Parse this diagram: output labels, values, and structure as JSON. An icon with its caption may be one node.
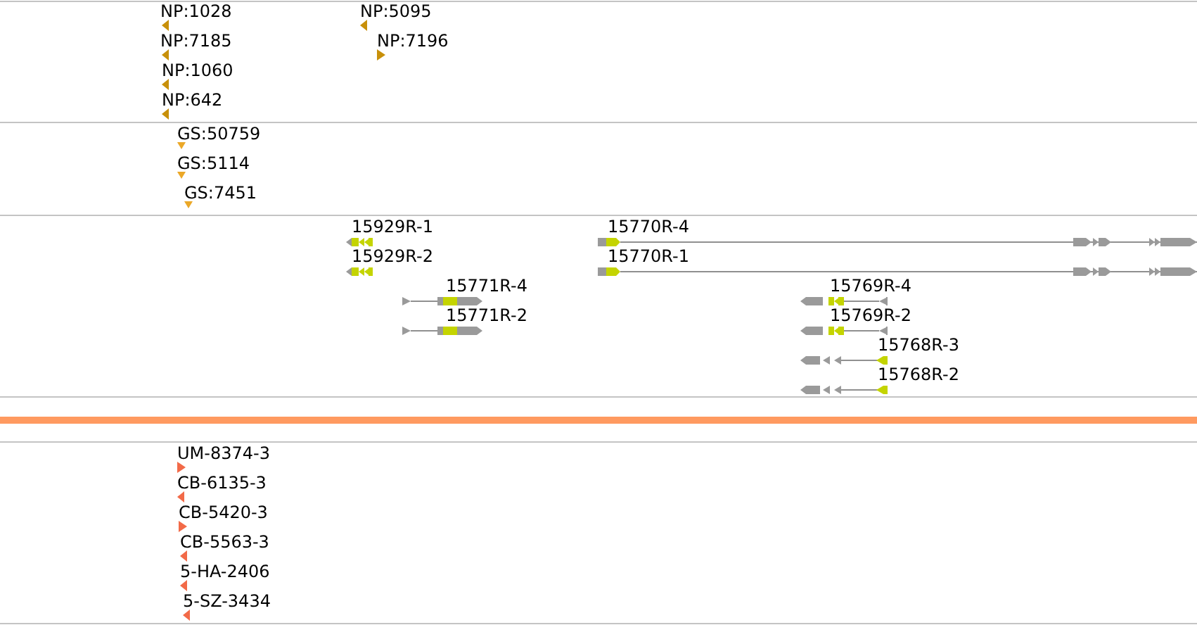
{
  "diagram": {
    "labels": [
      "NP:1028",
      "NP:7185",
      "NP:1060",
      "NP:642",
      "NP:5095",
      "NP:7196",
      "GS:50759",
      "GS:5114",
      "GS:7451",
      "15929R-1",
      "15929R-2",
      "15770R-4",
      "15770R-1",
      "15771R-4",
      "15771R-2",
      "15769R-4",
      "15769R-2",
      "15768R-3",
      "15768R-2",
      "UM-8374-3",
      "CB-6135-3",
      "CB-5420-3",
      "CB-5563-3",
      "5-HA-2406",
      "5-SZ-3434"
    ]
  }
}
